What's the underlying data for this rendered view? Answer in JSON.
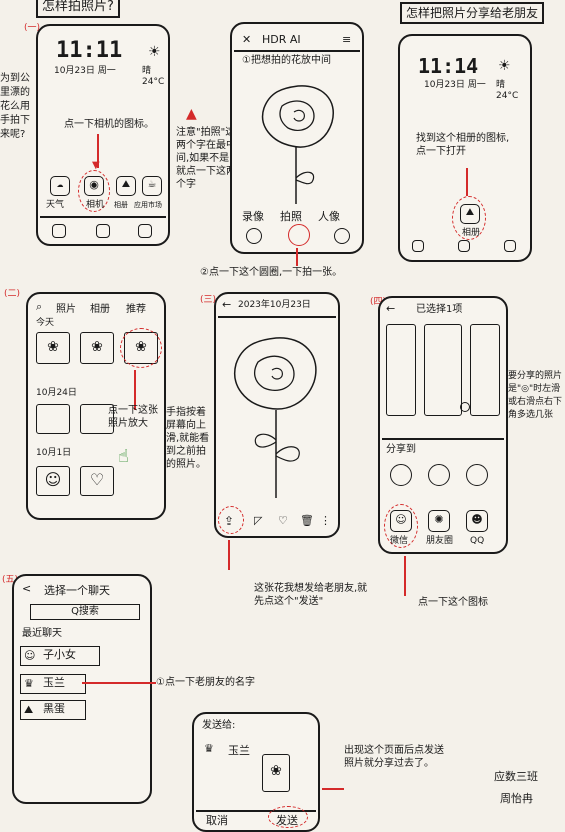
{
  "titles": {
    "left": "怎样拍照片?",
    "right": "怎样把照片分享给老朋友"
  },
  "left_edge_note": "为到公里漂的花么用手拍下来呢?",
  "phone1": {
    "time": "11:11",
    "date": "10月23日 周一",
    "weather": "晴 24°C",
    "apps": [
      "天气",
      "相机",
      "相册",
      "应用市场"
    ]
  },
  "note_tap_camera": "点一下相机的图标。",
  "note_switch": "注意\"拍照\"这两个字在最中间,如果不是就点一下这两个字",
  "phone2": {
    "top_bar": "HDR AI",
    "instruction": "①把想拍的花放中间",
    "modes": [
      "录像",
      "拍照",
      "人像"
    ]
  },
  "note_shutter": "②点一下这个圆圈,一下拍一张。",
  "phone3": {
    "time": "11:14",
    "date": "10月23日 周一",
    "weather": "晴 24°C",
    "instruction": "找到这个相册的图标,点一下打开",
    "icon_label": "相册"
  },
  "phone4": {
    "tabs": [
      "照片",
      "相册",
      "推荐"
    ],
    "sections": [
      "今天",
      "10月24日",
      "10月1日"
    ]
  },
  "note_tap_photo": "点一下这张照片放大",
  "note_swipe": "手指按着屏幕向上滑,就能看到之前拍的照片。",
  "phone5": {
    "date": "2023年10月23日"
  },
  "note_share": "这张花我想发给老朋友,就先点这个\"发送\"",
  "phone6": {
    "title": "已选择1项",
    "share_to": "分享到",
    "apps": [
      "微信",
      "朋友圈",
      "QQ"
    ]
  },
  "note_selected": "要分享的照片是\"◎\"时左滑或右滑点右下角多选几张",
  "note_tap_icon": "点一下这个图标",
  "phone7": {
    "title": "选择一个聊天",
    "search": "Q搜索",
    "section": "最近聊天",
    "chats": [
      "子小女",
      "玉兰",
      "黑蛋"
    ]
  },
  "note_tap_friend": "①点一下老朋友的名字",
  "phone8": {
    "send_to": "发送给:",
    "recipient": "玉兰",
    "cancel": "取消",
    "send": "发送"
  },
  "note_after": "出现这个页面后点发送照片就分享过去了。",
  "signature": [
    "应数三班",
    "周怡冉"
  ],
  "step_marks": [
    "(一)",
    "(二)",
    "(三)",
    "(四)",
    "(五)"
  ]
}
